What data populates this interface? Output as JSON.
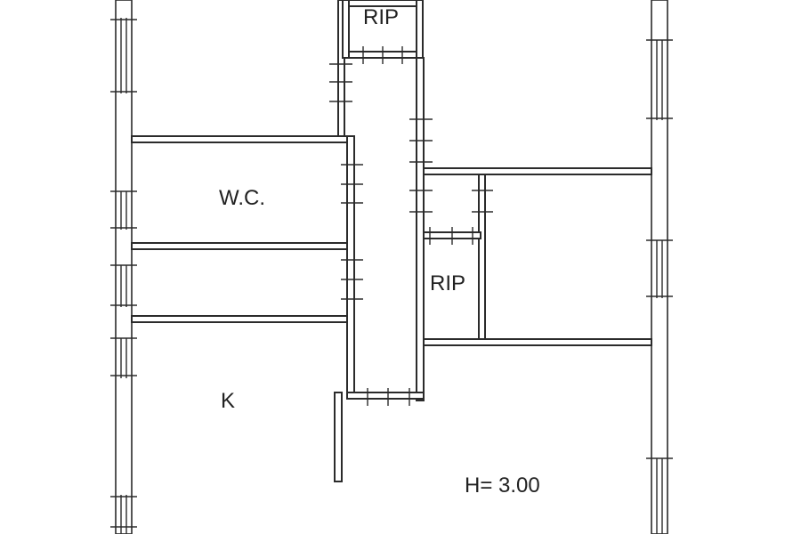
{
  "plan": {
    "labels": {
      "rip_top": "RIP",
      "wc": "W.C.",
      "rip_middle": "RIP",
      "kitchen": "K",
      "height": "H= 3.00"
    },
    "colors": {
      "wall_stroke": "#2b2b2b",
      "background": "#ffffff",
      "text": "#222222"
    }
  }
}
